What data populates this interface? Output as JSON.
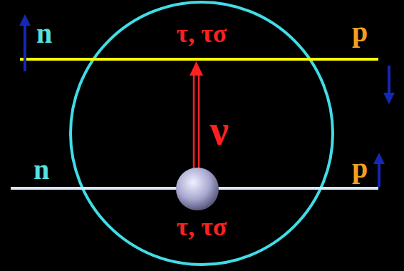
{
  "diagram": {
    "labels": [
      "n",
      "τ, τσ",
      "p",
      "ν",
      "n",
      "p",
      "τ, τσ"
    ]
  }
}
